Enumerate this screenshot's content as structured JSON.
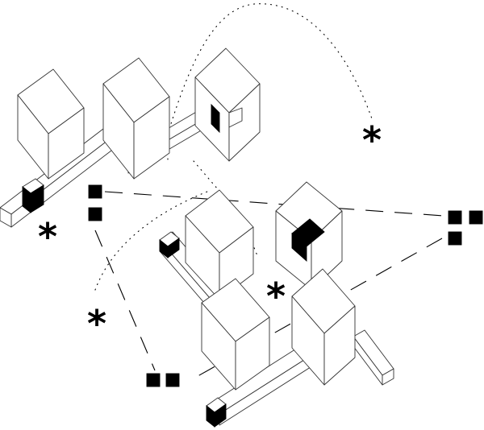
{
  "diagram": {
    "kind": "isometric-block-composition",
    "colors": {
      "line": "#333333",
      "fill": "#ffffff",
      "accent": "#000000"
    },
    "asterisk_glyph": "*",
    "marker_square_count": 7,
    "asterisk_count": 4
  }
}
